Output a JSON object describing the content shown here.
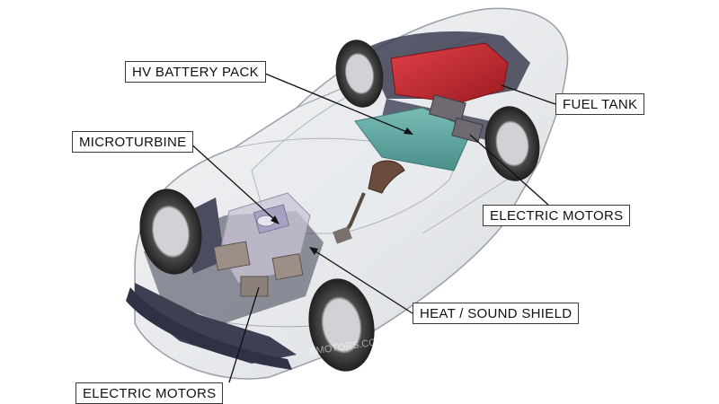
{
  "labels": {
    "hv_battery_pack": "HV BATTERY PACK",
    "microturbine": "MICROTURBINE",
    "fuel_tank": "FUEL TANK",
    "electric_motors_right": "ELECTRIC MOTORS",
    "heat_sound_shield": "HEAT / SOUND SHIELD",
    "electric_motors_bottom": "ELECTRIC MOTORS"
  },
  "colors": {
    "body_tint": "#d9dde2",
    "body_edge": "#9aa0a8",
    "chassis": "#3d3f52",
    "fuel_tank": "#c0262c",
    "battery_pack": "#5fa5a0",
    "tire": "#3a3a3a",
    "rim": "#c8cacd",
    "motor": "#9b8f88",
    "shield": "#c9c4d6",
    "leader_line": "#111111"
  },
  "watermark": "EMOTORS.COM"
}
